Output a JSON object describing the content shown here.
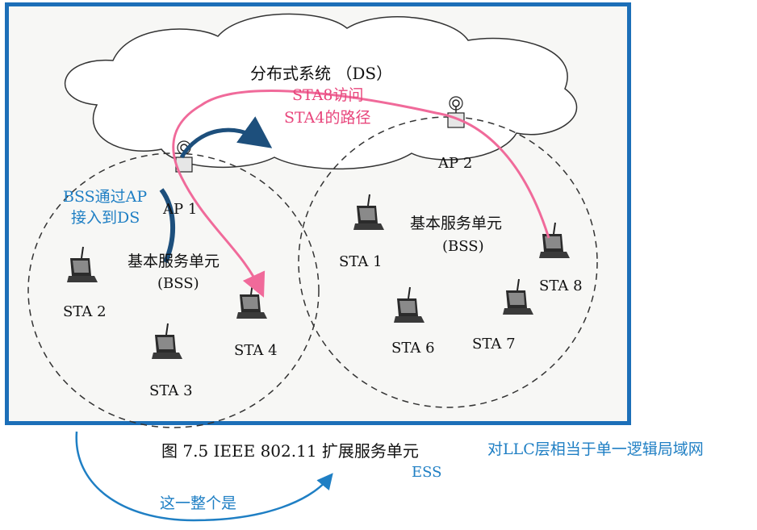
{
  "diagram": {
    "ds_label": "分布式系统 （DS）",
    "path_note_line1": "STA8访问",
    "path_note_line2": "STA4的路径",
    "ap1_label": "AP 1",
    "ap2_label": "AP 2",
    "bss_note_line1": "BSS通过AP",
    "bss_note_line2": "接入到DS",
    "bss_left_line1": "基本服务单元",
    "bss_left_line2": "(BSS)",
    "bss_right_line1": "基本服务单元",
    "bss_right_line2": "(BSS)",
    "stations": {
      "sta1": "STA 1",
      "sta2": "STA 2",
      "sta3": "STA 3",
      "sta4": "STA 4",
      "sta6": "STA 6",
      "sta7": "STA 7",
      "sta8": "STA 8"
    },
    "caption": "图 7.5   IEEE 802.11 扩展服务单元",
    "side_note": "对LLC层相当于单一逻辑局域网",
    "ess_label": "ESS",
    "whole_note": "这一整个是"
  },
  "colors": {
    "frame": "#1c6fb8",
    "pink_path": "#f06a9a",
    "blue_note": "#1f7fc4",
    "dark_arrow": "#1d4f7c"
  }
}
